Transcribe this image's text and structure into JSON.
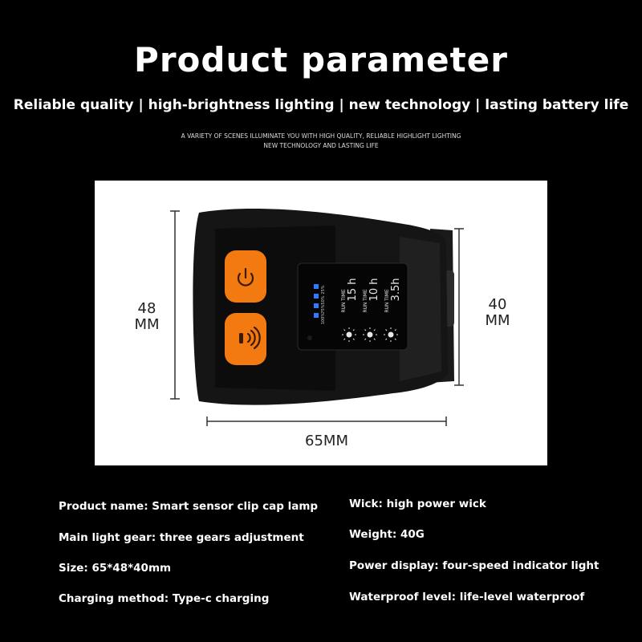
{
  "header": {
    "title": "Product parameter",
    "tagline": "Reliable quality | high-brightness lighting | new technology | lasting battery life",
    "sub_line1": "A VARIETY OF SCENES ILLUMINATE YOU WITH HIGH QUALITY, RELIABLE HIGHLIGHT LIGHTING",
    "sub_line2": "NEW TECHNOLOGY AND LASTING LIFE"
  },
  "dimensions": {
    "height_value": "48",
    "height_unit": "MM",
    "depth_value": "40",
    "depth_unit": "MM",
    "width": "65MM"
  },
  "display": {
    "levels": [
      "25%",
      "50%",
      "75%",
      "100%"
    ],
    "run_time_label": "RUN TIME",
    "run_times": [
      "15 h",
      "10 h",
      "3.5h"
    ]
  },
  "specs": {
    "left": [
      "Product name: Smart sensor clip cap lamp",
      "Main light gear: three gears adjustment",
      "Size: 65*48*40mm",
      "Charging method: Type-c charging"
    ],
    "right": [
      "Wick: high power wick",
      "Weight: 40G",
      "Power display: four-speed indicator light",
      "Waterproof level: life-level waterproof"
    ]
  },
  "colors": {
    "accent_orange": "#f37a10",
    "led_blue": "#2e7bff",
    "background": "#000000",
    "panel": "#ffffff"
  }
}
